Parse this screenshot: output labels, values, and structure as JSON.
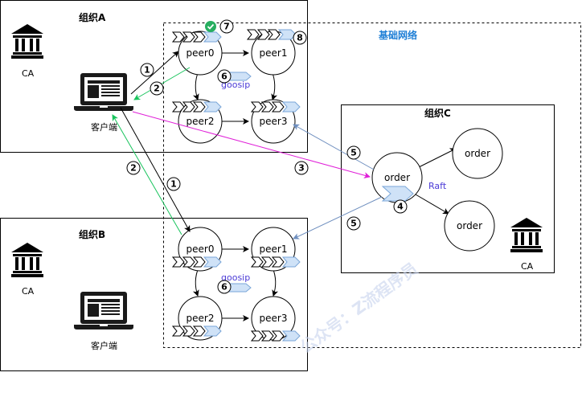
{
  "org_a": {
    "title": "组织A",
    "ca": "CA",
    "client": "客户端"
  },
  "org_b": {
    "title": "组织B",
    "ca": "CA",
    "client": "客户端"
  },
  "org_c": {
    "title": "组织C",
    "ca": "CA"
  },
  "network": {
    "title": "基础网络"
  },
  "peers_a": [
    "peer0",
    "peer1",
    "peer2",
    "peer3"
  ],
  "peers_b": [
    "peer0",
    "peer1",
    "peer2",
    "peer3"
  ],
  "orders": [
    "order",
    "order",
    "order"
  ],
  "gossip_label": "goosip",
  "raft_label": "Raft",
  "step_labels": {
    "s1a": "1",
    "s2a": "2",
    "s1b": "1",
    "s2b": "2",
    "s3": "3",
    "s4": "4",
    "s5a": "5",
    "s5b": "5",
    "s6a": "6",
    "s6b": "6",
    "s7": "7",
    "s8": "8"
  },
  "watermark": "公众号：Z流程序员",
  "colors": {
    "gossip_fill": "#cfe2f7",
    "accent_blue": "#1f7fd6",
    "arrow_green": "#18c45c",
    "arrow_magenta": "#e020d8",
    "arrow_steel": "#6f8fbf",
    "check_green": "#27ae60"
  }
}
